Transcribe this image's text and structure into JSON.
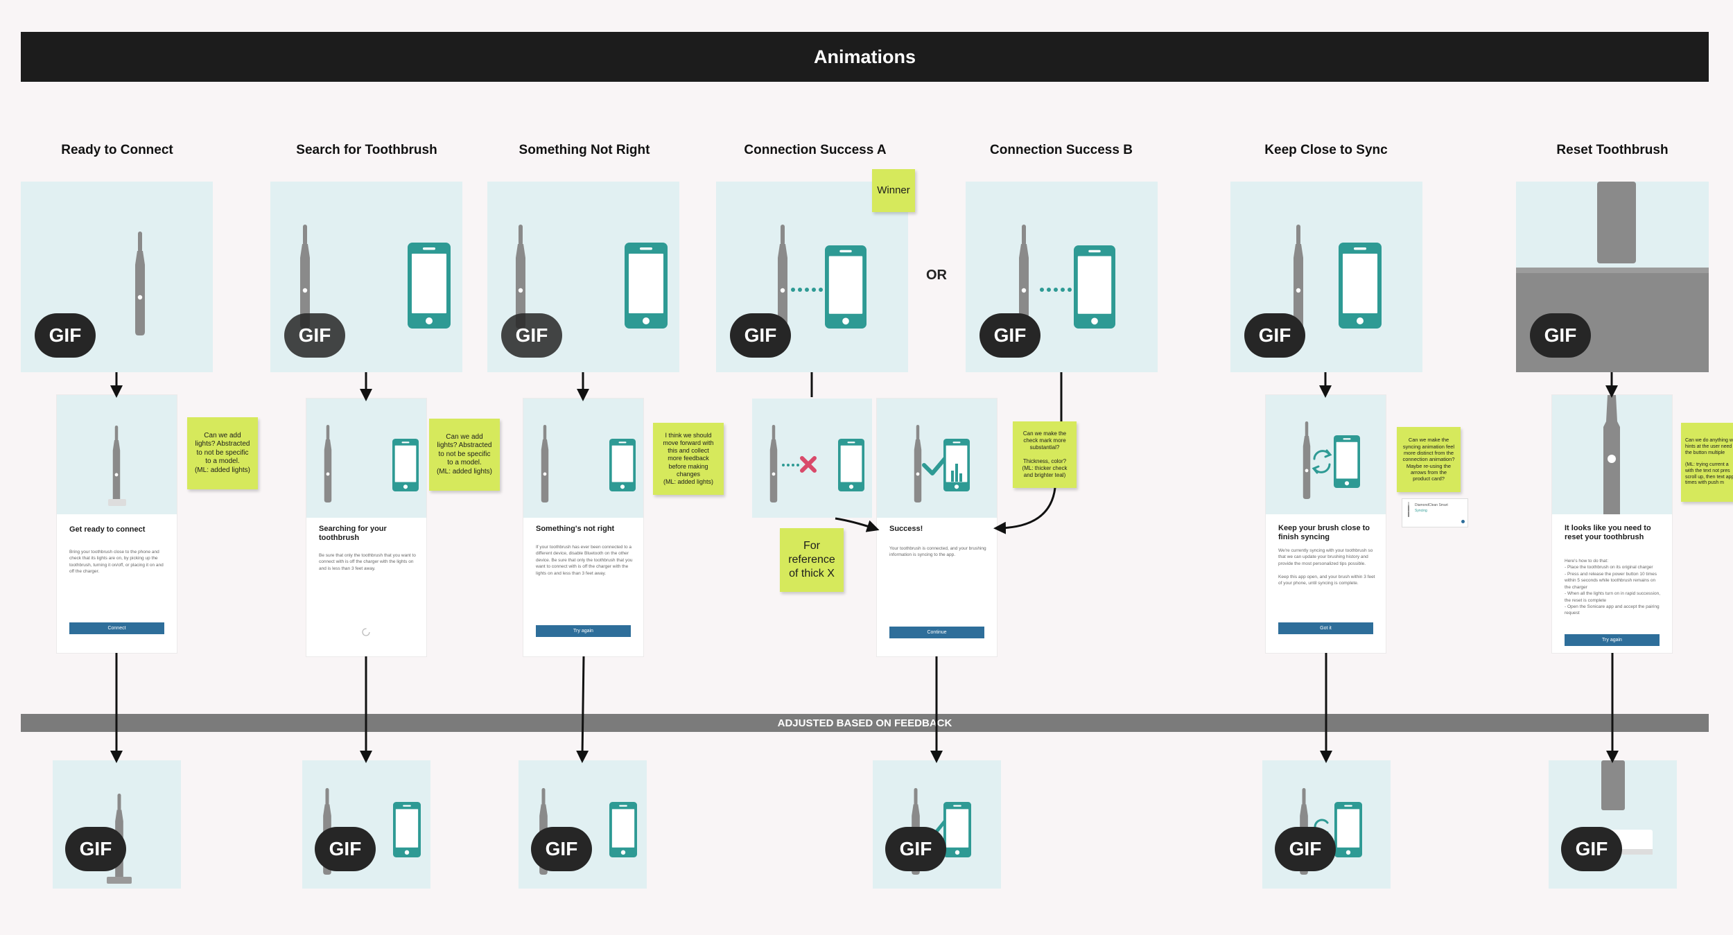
{
  "header": {
    "title": "Animations"
  },
  "columns": [
    {
      "title": "Ready to Connect"
    },
    {
      "title": "Search for Toothbrush"
    },
    {
      "title": "Something Not Right"
    },
    {
      "title": "Connection Success A"
    },
    {
      "title": "Connection Success B"
    },
    {
      "title": "Keep Close to Sync"
    },
    {
      "title": "Reset Toothbrush"
    }
  ],
  "or_label": "OR",
  "gif_label": "GIF",
  "stickies": {
    "winner": "Winner",
    "ready": "Can we add\nlights? Abstracted\nto not be specific\nto a model.\n(ML: added lights)",
    "search": "Can we add\nlights? Abstracted\nto not be specific\nto a model.\n(ML: added lights)",
    "notright": "I think we should\nmove forward with\nthis and collect\nmore feedback\nbefore making\nchanges\n(ML: added lights)",
    "thickx": "For\nreference\nof thick X",
    "successb": "Can we make the\ncheck mark more\nsubstantial?\n\nThickness, color?\n(ML: thicker check\nand brighter teal)",
    "sync": "Can we make the\nsyncing animation feel\nmore distinct from the\nconnection animation?\nMaybe re-using the\narrows from the\nproduct card?",
    "reset": "Can we do anything w\nhints at the user need\nthe button multiple\n\n(ML: trying current a\nwith the text not pres\nscroll up, then text app\ntimes with push m"
  },
  "screens": {
    "ready": {
      "title": "Get ready to connect",
      "body": "Bring your toothbrush close to the phone and check that its lights are on, by picking up the toothbrush, turning it on/off, or placing it on and off the charger.",
      "button": "Connect"
    },
    "search": {
      "title": "Searching for your toothbrush",
      "body": "Be sure that only the toothbrush that you want to connect with is off the charger with the lights on and is less than 3 feet away."
    },
    "notright": {
      "title": "Something's not right",
      "body": "If your toothbrush has ever been connected to a different device, disable Bluetooth on the other device. Be sure that only the toothbrush that you want to connect with is off the charger with the lights on and less than 3 feet away.",
      "button": "Try again"
    },
    "success": {
      "title": "Success!",
      "body": "Your toothbrush is connected, and your brushing information is syncing to the app.",
      "button": "Continue"
    },
    "sync": {
      "title": "Keep your brush close to finish syncing",
      "body": "We're currently syncing with your toothbrush so that we can update your brushing history and provide the most personalized tips possible.\n\nKeep this app open, and your brush within 3 feet of your phone, until syncing is complete.",
      "button": "Got it"
    },
    "reset": {
      "title": "It looks like you need to reset your toothbrush",
      "body": "Here's how to do that:\n- Place the toothbrush on its original charger\n- Press and release the power button 10 times within 5 seconds while toothbrush remains on the charger\n- When all the lights turn on in rapid succession, the reset is complete\n- Open the Sonicare app and accept the pairing request",
      "button": "Try again"
    }
  },
  "product_card": {
    "name": "DiamondClean Smart",
    "status": "Syncing"
  },
  "feedback_bar": {
    "label": "ADJUSTED BASED ON FEEDBACK"
  },
  "colors": {
    "teal": "#2e9a94",
    "tile_bg": "#e1f0f2",
    "sticky": "#d6e95c",
    "header_bg": "#1c1c1c",
    "button": "#2e6e9a",
    "error": "#d94a6a",
    "brush": "#8a8a8a"
  }
}
